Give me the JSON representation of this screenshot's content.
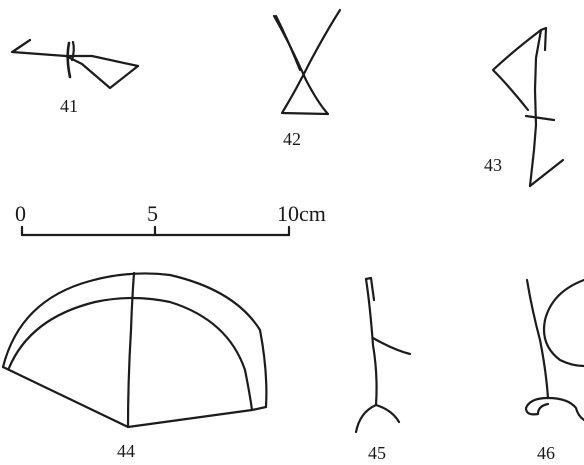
{
  "figures": [
    {
      "id": "fig-41",
      "label": "41"
    },
    {
      "id": "fig-42",
      "label": "42"
    },
    {
      "id": "fig-43",
      "label": "43"
    },
    {
      "id": "fig-44",
      "label": "44"
    },
    {
      "id": "fig-45",
      "label": "45"
    },
    {
      "id": "fig-46",
      "label": "46"
    }
  ],
  "scale_bar": {
    "ticks": [
      "0",
      "5",
      "10cm"
    ]
  }
}
